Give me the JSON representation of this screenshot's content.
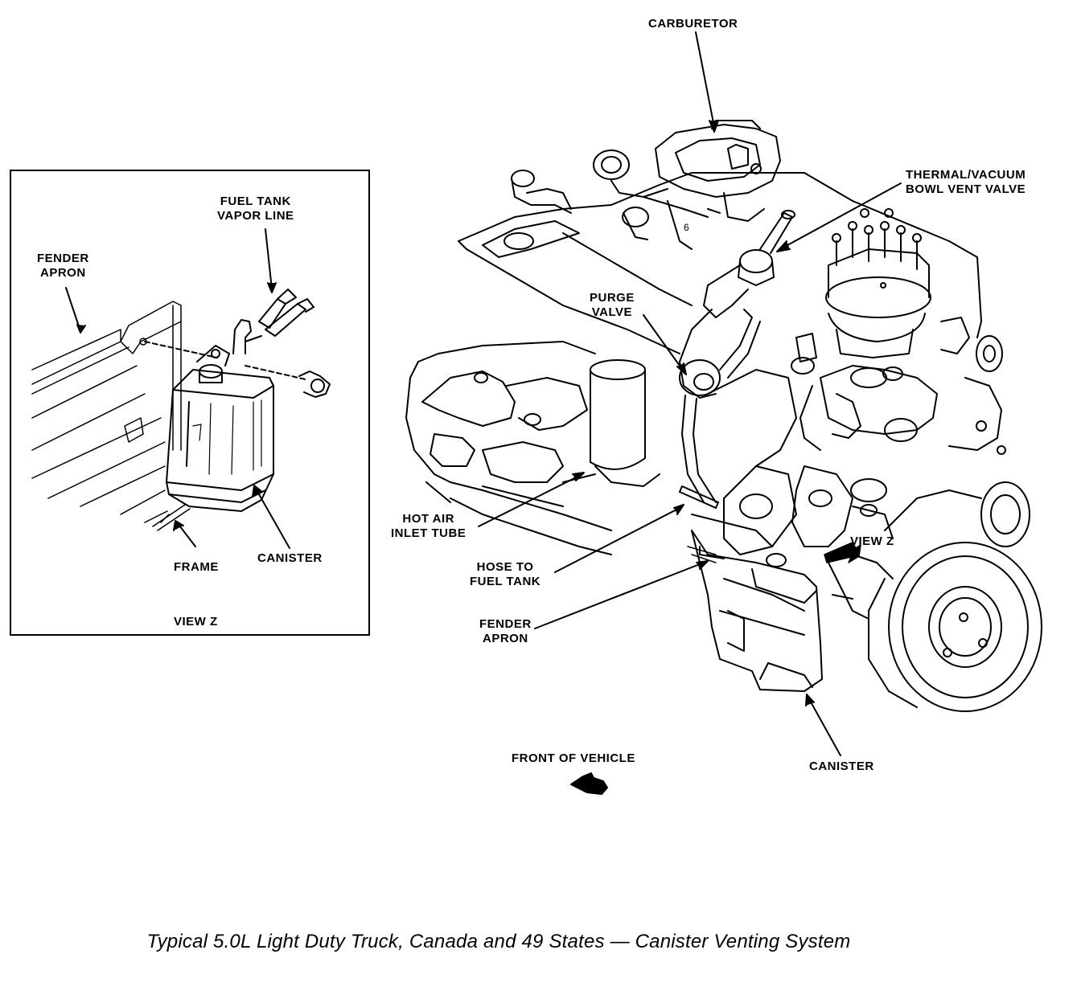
{
  "inset": {
    "title": "VIEW Z",
    "labels": {
      "fuel_tank_vapor_line": "FUEL TANK\nVAPOR LINE",
      "fender_apron": "FENDER\nAPRON",
      "frame": "FRAME",
      "canister": "CANISTER"
    }
  },
  "main": {
    "labels": {
      "carburetor": "CARBURETOR",
      "thermal_vacuum": "THERMAL/VACUUM\nBOWL VENT VALVE",
      "purge_valve": "PURGE\nVALVE",
      "hot_air_inlet": "HOT AIR\nINLET TUBE",
      "hose_to_fuel_tank": "HOSE TO\nFUEL TANK",
      "fender_apron": "FENDER\nAPRON",
      "view_z": "VIEW Z",
      "canister": "CANISTER",
      "front_of_vehicle": "FRONT OF VEHICLE"
    }
  },
  "caption": "Typical 5.0L Light Duty Truck, Canada and 49 States — Canister Venting System"
}
